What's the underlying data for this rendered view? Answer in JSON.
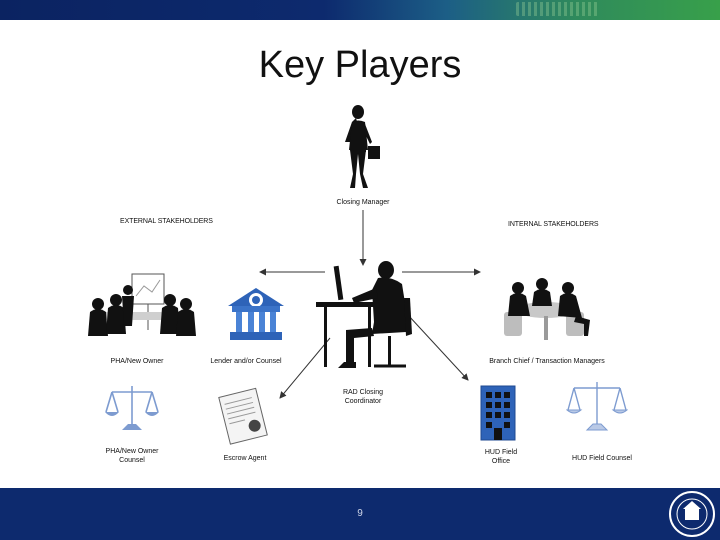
{
  "title": "Key Players",
  "headers": {
    "external": "EXTERNAL STAKEHOLDERS",
    "internal": "INTERNAL STAKEHOLDERS"
  },
  "labels": {
    "closing_manager": "Closing Manager",
    "rad_coordinator": [
      "RAD Closing",
      "Coordinator"
    ],
    "pha_new_owner": "PHA/New Owner",
    "lender_counsel": "Lender and/or Counsel",
    "branch_chief": "Branch Chief / Transaction Managers",
    "pha_counsel": [
      "PHA/New Owner",
      "Counsel"
    ],
    "escrow_agent": "Escrow Agent",
    "hud_field_office": [
      "HUD Field",
      "Office"
    ],
    "hud_field_counsel": "HUD Field Counsel"
  },
  "footer": {
    "page_number": "9"
  },
  "colors": {
    "footer": "#0d2a6e",
    "building": "#2e63b8",
    "scale": "#7d9bd0"
  }
}
